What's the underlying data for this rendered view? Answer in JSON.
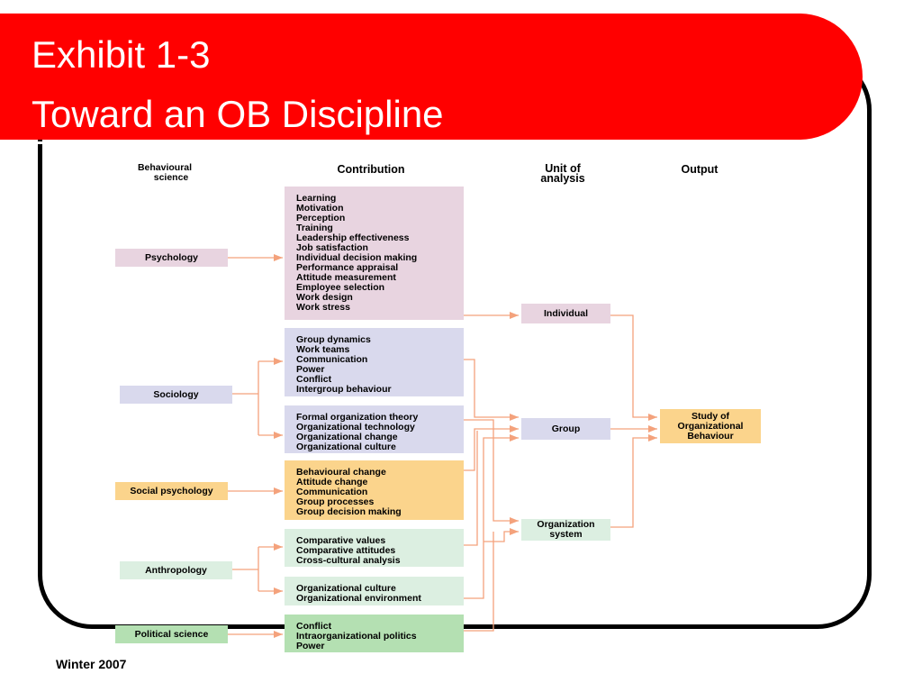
{
  "title": {
    "line1": "Exhibit 1-3",
    "line2": "Toward an OB Discipline"
  },
  "headers": {
    "behavioural_science_1": "Behavioural",
    "behavioural_science_2": "science",
    "contribution": "Contribution",
    "unit_1": "Unit of",
    "unit_2": "analysis",
    "output": "Output"
  },
  "sciences": [
    "Psychology",
    "Sociology",
    "Social psychology",
    "Anthropology",
    "Political science"
  ],
  "contributions": {
    "psychology": [
      "Learning",
      "Motivation",
      "Perception",
      "Training",
      "Leadership effectiveness",
      "Job satisfaction",
      "Individual decision making",
      "Performance appraisal",
      "Attitude measurement",
      "Employee selection",
      "Work design",
      "Work stress"
    ],
    "sociology_a": [
      "Group dynamics",
      "Work teams",
      "Communication",
      "Power",
      "Conflict",
      "Intergroup behaviour"
    ],
    "sociology_b": [
      "Formal organization theory",
      "Organizational technology",
      "Organizational change",
      "Organizational culture"
    ],
    "social_psychology": [
      "Behavioural change",
      "Attitude change",
      "Communication",
      "Group processes",
      "Group decision making"
    ],
    "anthropology_a": [
      "Comparative values",
      "Comparative attitudes",
      "Cross-cultural analysis"
    ],
    "anthropology_b": [
      "Organizational culture",
      "Organizational environment"
    ],
    "political_science": [
      "Conflict",
      "Intraorganizational politics",
      "Power"
    ]
  },
  "units": {
    "individual": "Individual",
    "group": "Group",
    "organization_1": "Organization",
    "organization_2": "system"
  },
  "output": {
    "line1": "Study of",
    "line2": "Organizational",
    "line3": "Behaviour"
  },
  "colors": {
    "banner": "#ff0000",
    "arrow": "#f4a27c",
    "pink": "#e8d4e0",
    "lavender": "#d9d9ed",
    "orange": "#fbd48c",
    "mint": "#dcefe1",
    "green": "#b4e0b2"
  },
  "footer": "Winter 2007"
}
